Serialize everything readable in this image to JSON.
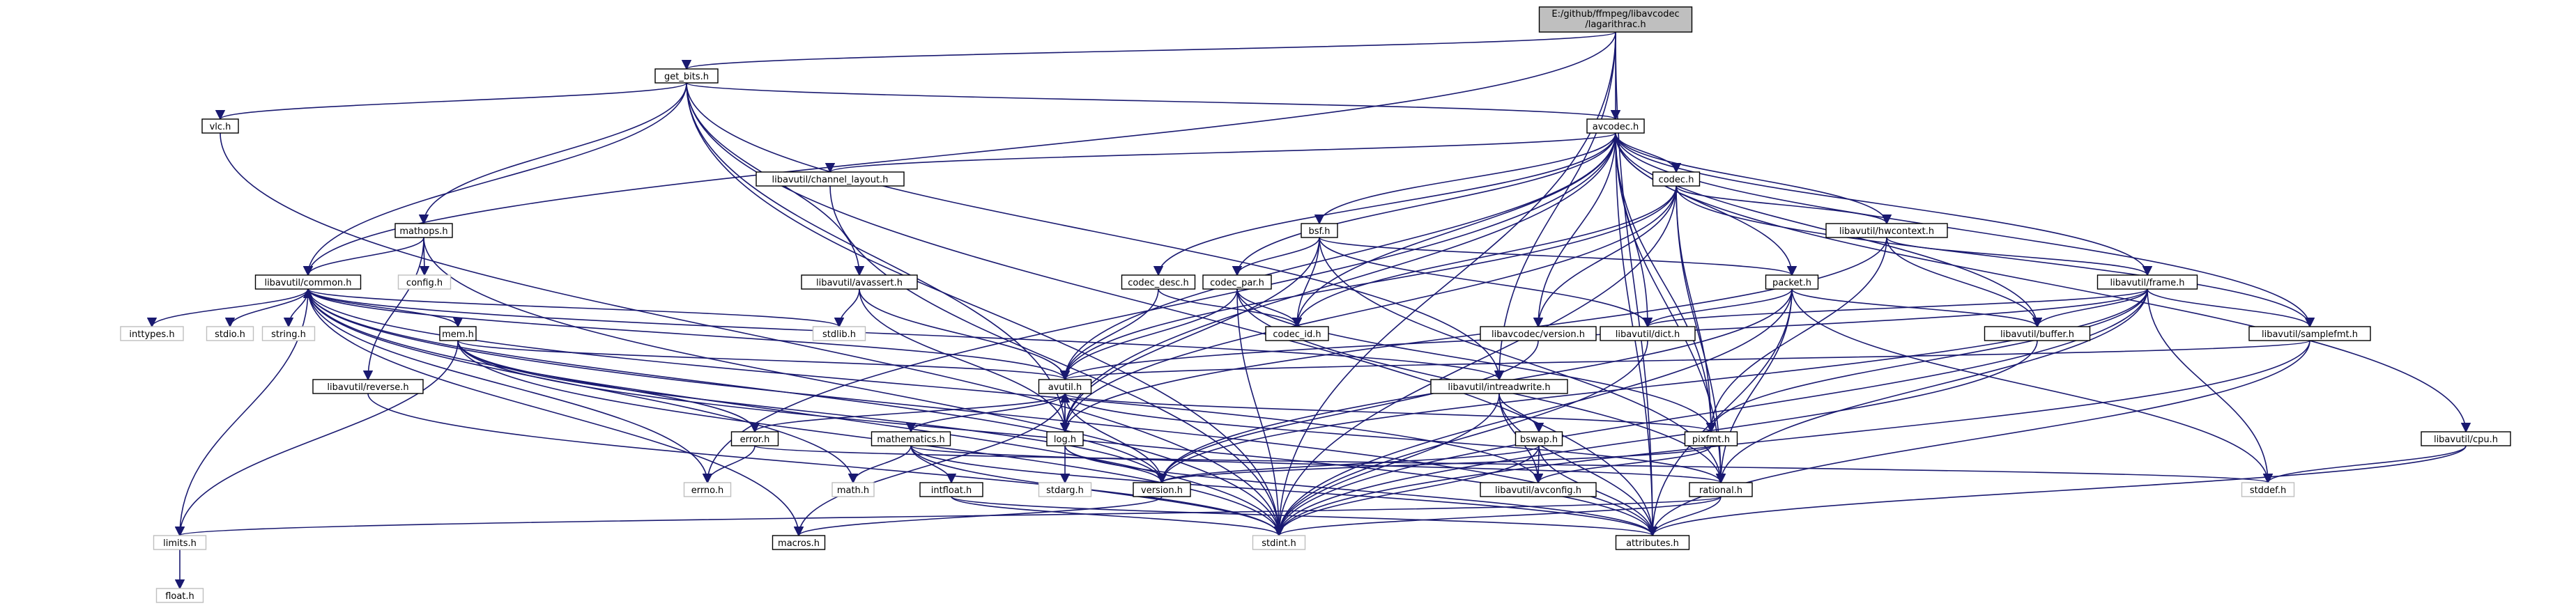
{
  "diagram": {
    "colors": {
      "edge": "#191970",
      "node_fill": "#ffffff",
      "root_fill": "#bfbfbf",
      "node_border": "#000000",
      "system_header_border": "#bfbfbf"
    },
    "nodes": [
      {
        "id": "root",
        "lines": [
          "E:/github/ffmpeg/libavcodec",
          "/lagarithrac.h"
        ],
        "kind": "root"
      },
      {
        "id": "get_bits",
        "lines": [
          "get_bits.h"
        ]
      },
      {
        "id": "avcodec",
        "lines": [
          "avcodec.h"
        ]
      },
      {
        "id": "vlc",
        "lines": [
          "vlc.h"
        ]
      },
      {
        "id": "channel_layout",
        "lines": [
          "libavutil/channel_layout.h"
        ]
      },
      {
        "id": "mathops",
        "lines": [
          "mathops.h"
        ]
      },
      {
        "id": "config",
        "lines": [
          "config.h"
        ],
        "kind": "system"
      },
      {
        "id": "common",
        "lines": [
          "libavutil/common.h"
        ]
      },
      {
        "id": "avassert",
        "lines": [
          "libavutil/avassert.h"
        ]
      },
      {
        "id": "codec_desc",
        "lines": [
          "codec_desc.h"
        ]
      },
      {
        "id": "codec_par",
        "lines": [
          "codec_par.h"
        ]
      },
      {
        "id": "bsf",
        "lines": [
          "bsf.h"
        ]
      },
      {
        "id": "codec",
        "lines": [
          "codec.h"
        ]
      },
      {
        "id": "hwcontext",
        "lines": [
          "libavutil/hwcontext.h"
        ]
      },
      {
        "id": "packet",
        "lines": [
          "packet.h"
        ]
      },
      {
        "id": "frame",
        "lines": [
          "libavutil/frame.h"
        ]
      },
      {
        "id": "cpu",
        "lines": [
          "libavutil/cpu.h"
        ]
      },
      {
        "id": "inttypes",
        "lines": [
          "inttypes.h"
        ],
        "kind": "system"
      },
      {
        "id": "stdio",
        "lines": [
          "stdio.h"
        ],
        "kind": "system"
      },
      {
        "id": "string",
        "lines": [
          "string.h"
        ],
        "kind": "system"
      },
      {
        "id": "mem",
        "lines": [
          "mem.h"
        ]
      },
      {
        "id": "stdlib",
        "lines": [
          "stdlib.h"
        ],
        "kind": "system"
      },
      {
        "id": "reverse",
        "lines": [
          "libavutil/reverse.h"
        ]
      },
      {
        "id": "codec_id",
        "lines": [
          "codec_id.h"
        ]
      },
      {
        "id": "avcodec_version",
        "lines": [
          "libavcodec/version.h"
        ]
      },
      {
        "id": "dict",
        "lines": [
          "libavutil/dict.h"
        ]
      },
      {
        "id": "buffer",
        "lines": [
          "libavutil/buffer.h"
        ]
      },
      {
        "id": "samplefmt",
        "lines": [
          "libavutil/samplefmt.h"
        ]
      },
      {
        "id": "avutil",
        "lines": [
          "avutil.h"
        ]
      },
      {
        "id": "intreadwrite",
        "lines": [
          "libavutil/intreadwrite.h"
        ]
      },
      {
        "id": "error",
        "lines": [
          "error.h"
        ]
      },
      {
        "id": "mathematics",
        "lines": [
          "mathematics.h"
        ]
      },
      {
        "id": "log",
        "lines": [
          "log.h"
        ]
      },
      {
        "id": "bswap",
        "lines": [
          "bswap.h"
        ]
      },
      {
        "id": "pixfmt",
        "lines": [
          "pixfmt.h"
        ]
      },
      {
        "id": "errno",
        "lines": [
          "errno.h"
        ],
        "kind": "system"
      },
      {
        "id": "math",
        "lines": [
          "math.h"
        ],
        "kind": "system"
      },
      {
        "id": "intfloat",
        "lines": [
          "intfloat.h"
        ]
      },
      {
        "id": "stdarg",
        "lines": [
          "stdarg.h"
        ],
        "kind": "system"
      },
      {
        "id": "version",
        "lines": [
          "version.h"
        ]
      },
      {
        "id": "avconfig",
        "lines": [
          "libavutil/avconfig.h"
        ]
      },
      {
        "id": "rational",
        "lines": [
          "rational.h"
        ]
      },
      {
        "id": "stddef",
        "lines": [
          "stddef.h"
        ],
        "kind": "system"
      },
      {
        "id": "limits",
        "lines": [
          "limits.h"
        ],
        "kind": "system"
      },
      {
        "id": "macros",
        "lines": [
          "macros.h"
        ]
      },
      {
        "id": "stdint",
        "lines": [
          "stdint.h"
        ],
        "kind": "system"
      },
      {
        "id": "attributes",
        "lines": [
          "attributes.h"
        ]
      },
      {
        "id": "float",
        "lines": [
          "float.h"
        ],
        "kind": "system"
      }
    ],
    "edges": [
      [
        "root",
        "get_bits"
      ],
      [
        "root",
        "avcodec"
      ],
      [
        "root",
        "common"
      ],
      [
        "root",
        "intreadwrite"
      ],
      [
        "root",
        "stdint"
      ],
      [
        "root",
        "attributes"
      ],
      [
        "get_bits",
        "vlc"
      ],
      [
        "get_bits",
        "avcodec"
      ],
      [
        "get_bits",
        "mathops"
      ],
      [
        "get_bits",
        "common"
      ],
      [
        "get_bits",
        "avassert"
      ],
      [
        "get_bits",
        "stdint"
      ],
      [
        "get_bits",
        "log"
      ],
      [
        "get_bits",
        "intreadwrite"
      ],
      [
        "get_bits",
        "attributes"
      ],
      [
        "vlc",
        "stdint"
      ],
      [
        "avcodec",
        "channel_layout"
      ],
      [
        "avcodec",
        "codec"
      ],
      [
        "avcodec",
        "bsf"
      ],
      [
        "avcodec",
        "codec_desc"
      ],
      [
        "avcodec",
        "codec_par"
      ],
      [
        "avcodec",
        "packet"
      ],
      [
        "avcodec",
        "hwcontext"
      ],
      [
        "avcodec",
        "frame"
      ],
      [
        "avcodec",
        "cpu"
      ],
      [
        "avcodec",
        "avcodec_version"
      ],
      [
        "avcodec",
        "codec_id"
      ],
      [
        "avcodec",
        "buffer"
      ],
      [
        "avcodec",
        "samplefmt"
      ],
      [
        "avcodec",
        "avutil"
      ],
      [
        "avcodec",
        "log"
      ],
      [
        "avcodec",
        "dict"
      ],
      [
        "avcodec",
        "pixfmt"
      ],
      [
        "avcodec",
        "rational"
      ],
      [
        "avcodec",
        "errno"
      ],
      [
        "avcodec",
        "attributes"
      ],
      [
        "channel_layout",
        "stdint"
      ],
      [
        "mathops",
        "config"
      ],
      [
        "mathops",
        "common"
      ],
      [
        "mathops",
        "reverse"
      ],
      [
        "mathops",
        "stdint"
      ],
      [
        "common",
        "inttypes"
      ],
      [
        "common",
        "stdio"
      ],
      [
        "common",
        "string"
      ],
      [
        "common",
        "stdlib"
      ],
      [
        "common",
        "errno"
      ],
      [
        "common",
        "math"
      ],
      [
        "common",
        "limits"
      ],
      [
        "common",
        "stdint"
      ],
      [
        "common",
        "attributes"
      ],
      [
        "common",
        "macros"
      ],
      [
        "common",
        "version"
      ],
      [
        "common",
        "mem"
      ],
      [
        "common",
        "avconfig"
      ],
      [
        "common",
        "intreadwrite"
      ],
      [
        "avassert",
        "stdlib"
      ],
      [
        "avassert",
        "avutil"
      ],
      [
        "avassert",
        "log"
      ],
      [
        "codec_desc",
        "avutil"
      ],
      [
        "codec_desc",
        "codec_id"
      ],
      [
        "codec_par",
        "avutil"
      ],
      [
        "codec_par",
        "rational"
      ],
      [
        "codec_par",
        "pixfmt"
      ],
      [
        "codec_par",
        "codec_id"
      ],
      [
        "codec_par",
        "stdint"
      ],
      [
        "bsf",
        "codec_id"
      ],
      [
        "bsf",
        "codec_par"
      ],
      [
        "bsf",
        "packet"
      ],
      [
        "bsf",
        "dict"
      ],
      [
        "bsf",
        "log"
      ],
      [
        "bsf",
        "rational"
      ],
      [
        "codec",
        "avcodec_version"
      ],
      [
        "codec",
        "codec_id"
      ],
      [
        "codec",
        "hwcontext"
      ],
      [
        "codec",
        "pixfmt"
      ],
      [
        "codec",
        "samplefmt"
      ],
      [
        "codec",
        "rational"
      ],
      [
        "codec",
        "log"
      ],
      [
        "codec",
        "avutil"
      ],
      [
        "codec",
        "stdint"
      ],
      [
        "hwcontext",
        "buffer"
      ],
      [
        "hwcontext",
        "frame"
      ],
      [
        "hwcontext",
        "log"
      ],
      [
        "hwcontext",
        "pixfmt"
      ],
      [
        "packet",
        "buffer"
      ],
      [
        "packet",
        "attributes"
      ],
      [
        "packet",
        "dict"
      ],
      [
        "packet",
        "rational"
      ],
      [
        "packet",
        "version"
      ],
      [
        "packet",
        "stddef"
      ],
      [
        "packet",
        "stdint"
      ],
      [
        "frame",
        "buffer"
      ],
      [
        "frame",
        "dict"
      ],
      [
        "frame",
        "samplefmt"
      ],
      [
        "frame",
        "avutil"
      ],
      [
        "frame",
        "rational"
      ],
      [
        "frame",
        "pixfmt"
      ],
      [
        "frame",
        "version"
      ],
      [
        "frame",
        "stddef"
      ],
      [
        "frame",
        "stdint"
      ],
      [
        "cpu",
        "attributes"
      ],
      [
        "cpu",
        "stddef"
      ],
      [
        "mem",
        "error"
      ],
      [
        "mem",
        "limits"
      ],
      [
        "mem",
        "stdint"
      ],
      [
        "mem",
        "attributes"
      ],
      [
        "mem",
        "avutil"
      ],
      [
        "mem",
        "version"
      ],
      [
        "reverse",
        "stdint"
      ],
      [
        "avcodec_version",
        "version"
      ],
      [
        "dict",
        "stdint"
      ],
      [
        "buffer",
        "stdint"
      ],
      [
        "samplefmt",
        "avutil"
      ],
      [
        "samplefmt",
        "stdint"
      ],
      [
        "samplefmt",
        "attributes"
      ],
      [
        "avutil",
        "common"
      ],
      [
        "avutil",
        "error"
      ],
      [
        "avutil",
        "mathematics"
      ],
      [
        "avutil",
        "log"
      ],
      [
        "avutil",
        "pixfmt"
      ],
      [
        "avutil",
        "rational"
      ],
      [
        "avutil",
        "version"
      ],
      [
        "avutil",
        "macros"
      ],
      [
        "intreadwrite",
        "bswap"
      ],
      [
        "intreadwrite",
        "avconfig"
      ],
      [
        "intreadwrite",
        "attributes"
      ],
      [
        "intreadwrite",
        "stdint"
      ],
      [
        "error",
        "errno"
      ],
      [
        "error",
        "stddef"
      ],
      [
        "mathematics",
        "math"
      ],
      [
        "mathematics",
        "intfloat"
      ],
      [
        "mathematics",
        "rational"
      ],
      [
        "mathematics",
        "attributes"
      ],
      [
        "mathematics",
        "stdint"
      ],
      [
        "log",
        "stdarg"
      ],
      [
        "log",
        "avutil"
      ],
      [
        "log",
        "attributes"
      ],
      [
        "log",
        "version"
      ],
      [
        "bswap",
        "avconfig"
      ],
      [
        "bswap",
        "attributes"
      ],
      [
        "bswap",
        "stdint"
      ],
      [
        "bswap",
        "version"
      ],
      [
        "pixfmt",
        "avconfig"
      ],
      [
        "pixfmt",
        "version"
      ],
      [
        "intfloat",
        "attributes"
      ],
      [
        "intfloat",
        "stdint"
      ],
      [
        "version",
        "macros"
      ],
      [
        "rational",
        "attributes"
      ],
      [
        "rational",
        "limits"
      ],
      [
        "rational",
        "stdint"
      ],
      [
        "limits",
        "float"
      ]
    ]
  }
}
